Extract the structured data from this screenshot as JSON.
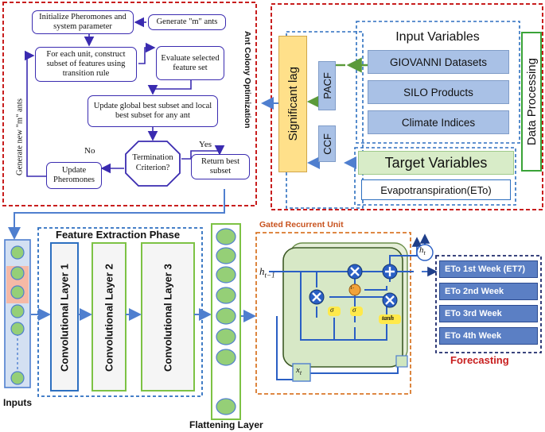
{
  "aco": {
    "title": "Ant Colony Optimization",
    "init": "Initialize Pheromones and system parameter",
    "generate_m": "Generate \"m\"  ants",
    "construct": "For each unit, construct subset of features using transition rule",
    "evaluate": "Evaluate selected feature set",
    "update_global": "Update global best subset and local best subset for any ant",
    "termination": "Termination Criterion?",
    "yes": "Yes",
    "no": "No",
    "update_pher": "Update Pheromones",
    "return_best": "Return best subset",
    "generate_new": "Generate new \"m\" ants"
  },
  "processing": {
    "input_title": "Input Variables",
    "inputs": [
      "GIOVANNI Datasets",
      "SILO Products",
      "Climate Indices"
    ],
    "target_title": "Target Variables",
    "target_value": "Evapotranspiration(ETo)",
    "data_processing": "Data Processing",
    "significant_lag": "Significant lag",
    "pacf": "PACF",
    "ccf": "CCF"
  },
  "cnn": {
    "phase_title": "Feature Extraction Phase",
    "layers": [
      "Convolutional Layer 1",
      "Convolutional Layer 2",
      "Convolutional Layer 3"
    ],
    "inputs_label": "Inputs",
    "flatten_label": "Flattening Layer"
  },
  "gru": {
    "title": "Gated Recurrent Unit",
    "h_prev": "h",
    "h_prev_sub": "t−1",
    "h_t": "h",
    "h_t_sub": "t",
    "x_t": "x",
    "x_t_sub": "t",
    "sigma": "σ",
    "tanh": "tanh",
    "one_minus": "1-"
  },
  "forecast": {
    "items": [
      "ETo 1st Week (ET7)",
      "ETo 2nd Week",
      "ETo 3rd Week",
      "ETo 4th Week"
    ],
    "label": "Forecasting"
  },
  "colors": {
    "red_dash": "#c81e1e",
    "blue_dash": "#2d6fc0",
    "orange_dash": "#d9782a",
    "navy_dash": "#1f2a6b",
    "aco_line": "#3a2bb0",
    "green_box": "#7dc244",
    "input_box": "#a9c1e6",
    "yellow": "#ffe08a",
    "circle": "#95cf77"
  }
}
